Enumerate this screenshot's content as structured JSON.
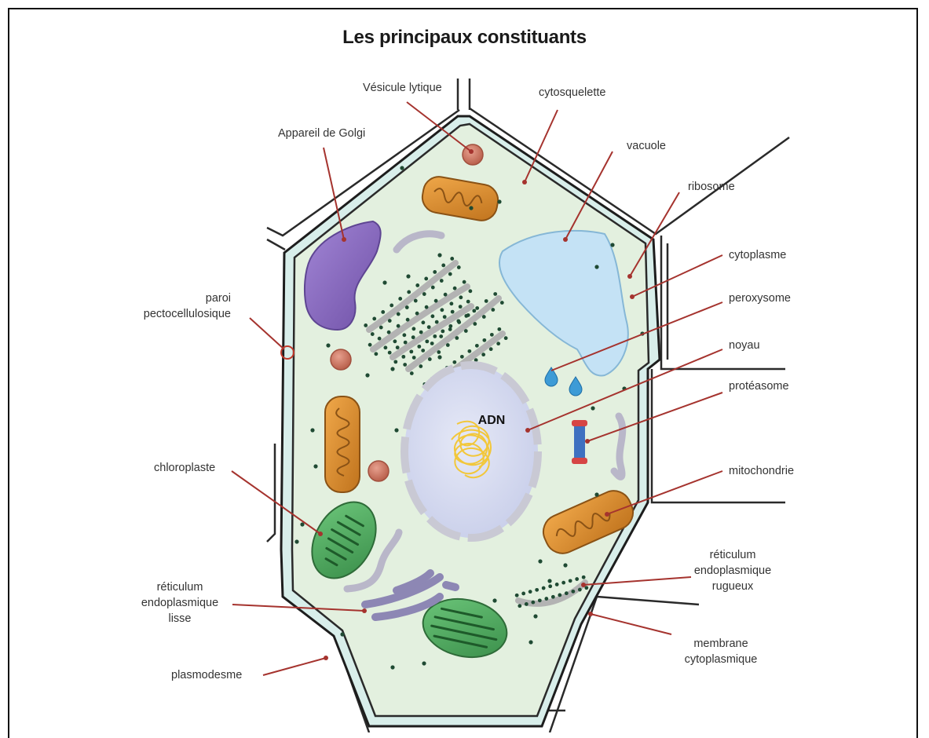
{
  "title": "Les principaux constituants",
  "labels": {
    "vesicule_lytique": "Vésicule lytique",
    "cytosquelette": "cytosquelette",
    "appareil_golgi": "Appareil de Golgi",
    "vacuole": "vacuole",
    "ribosome": "ribosome",
    "cytoplasme": "cytoplasme",
    "paroi_1": "paroi",
    "paroi_2": "pectocellulosique",
    "peroxysome": "peroxysome",
    "noyau": "noyau",
    "proteasome": "protéasome",
    "adn": "ADN",
    "chloroplaste": "chloroplaste",
    "mitochondrie": "mitochondrie",
    "reticulum_rugueux_1": "réticulum",
    "reticulum_rugueux_2": "endoplasmique",
    "reticulum_rugueux_3": "rugueux",
    "reticulum_lisse_1": "réticulum",
    "reticulum_lisse_2": "endoplasmique",
    "reticulum_lisse_3": "lisse",
    "membrane_1": "membrane",
    "membrane_2": "cytoplasmique",
    "plasmodesme": "plasmodesme"
  },
  "colors": {
    "wall": "#d8eeea",
    "cytoplasm": "#e3f0df",
    "pointer": "#a5332e",
    "golgi": "#8d6cc0",
    "vacuole": "#c4e2f5",
    "nucleus": "#d8ddf0",
    "mitochondria": "#d98c2e",
    "chloroplast": "#4daa5c",
    "ribosome": "#1f4a33",
    "dna": "#f2c73a"
  }
}
